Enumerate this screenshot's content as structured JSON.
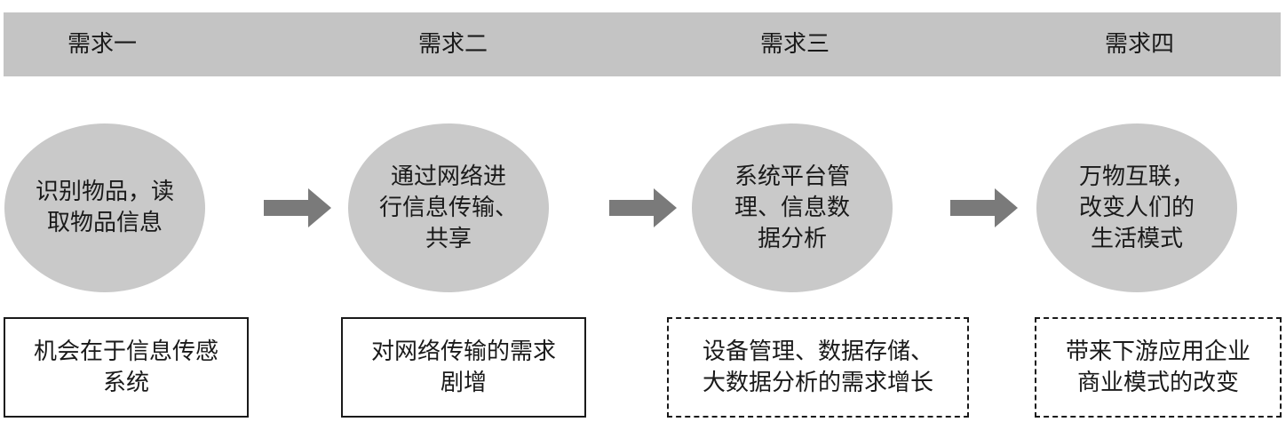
{
  "headers": [
    "需求一",
    "需求二",
    "需求三",
    "需求四"
  ],
  "stages": [
    {
      "lines": [
        "识别物品，读",
        "取物品信息"
      ]
    },
    {
      "lines": [
        "通过网络进",
        "行信息传输、",
        "共享"
      ]
    },
    {
      "lines": [
        "系统平台管",
        "理、信息数",
        "据分析"
      ]
    },
    {
      "lines": [
        "万物互联，",
        "改变人们的",
        "生活模式"
      ]
    }
  ],
  "outcomes": [
    {
      "lines": [
        "机会在于信息传感",
        "系统"
      ],
      "border": "solid"
    },
    {
      "lines": [
        "对网络传输的需求",
        "剧增"
      ],
      "border": "solid"
    },
    {
      "lines": [
        "设备管理、数据存储、",
        "大数据分析的需求增长"
      ],
      "border": "dashed"
    },
    {
      "lines": [
        "带来下游应用企业",
        "商业模式的改变"
      ],
      "border": "dashed"
    }
  ],
  "colors": {
    "header_bar": "#c4c4c4",
    "ellipse_fill": "#c9c9c9",
    "arrow_fill": "#7a7a7a",
    "text": "#1a1a1a"
  }
}
